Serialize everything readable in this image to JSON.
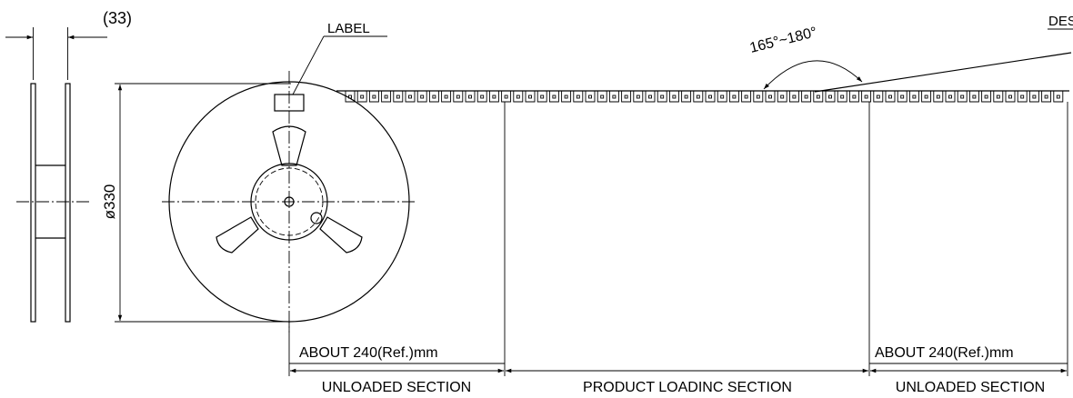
{
  "labels": {
    "width_dim": "(33)",
    "label_callout": "LABEL",
    "direction_callout": "DES",
    "angle": "165°~180°",
    "diameter": "ø330",
    "about_left": "ABOUT 240(Ref.)mm",
    "about_right": "ABOUT 240(Ref.)mm",
    "unloaded_left": "UNLOADED SECTION",
    "product_loading": "PRODUCT LOADINC SECTION",
    "unloaded_right": "UNLOADED SECTION"
  }
}
